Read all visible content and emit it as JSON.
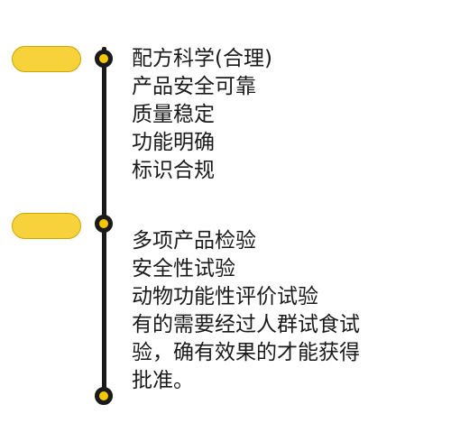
{
  "sections": [
    {
      "lines": [
        "配方科学(合理)",
        "产品安全可靠",
        "质量稳定",
        "功能明确",
        "标识合规"
      ]
    },
    {
      "lines": [
        "多项产品检验",
        "安全性试验",
        "动物功能性评价试验",
        "有的需要经过人群试食试",
        "验，确有效果的才能获得",
        "批准。"
      ]
    }
  ],
  "colors": {
    "accent": "#f5c800",
    "line": "#1a1a1a"
  }
}
